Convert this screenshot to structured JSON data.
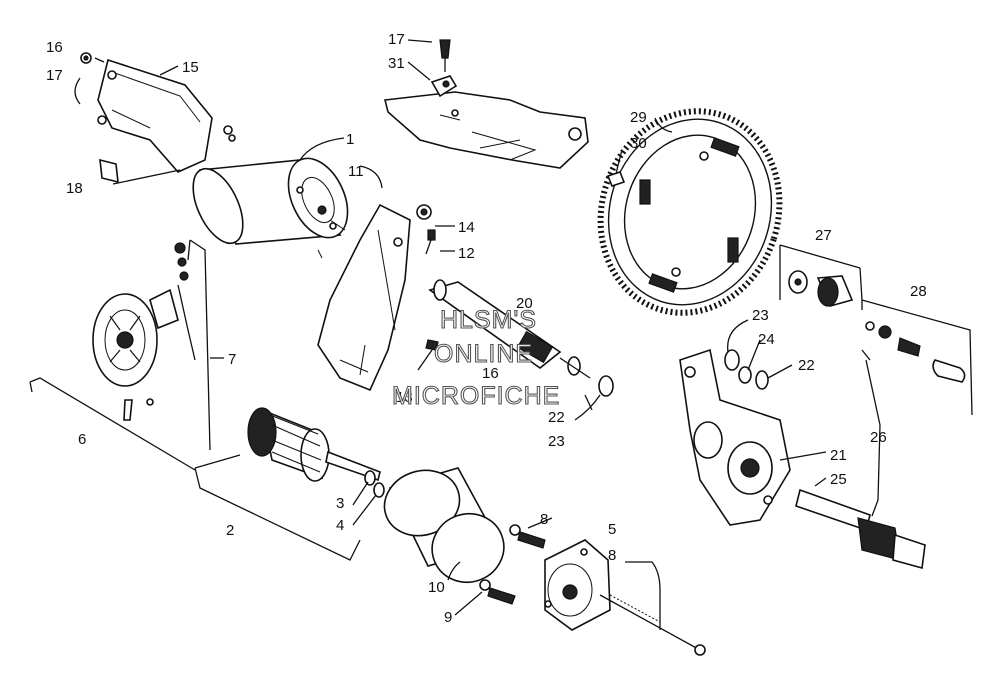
{
  "labels": [
    {
      "id": "l16a",
      "text": "16"
    },
    {
      "id": "l17a",
      "text": "17"
    },
    {
      "id": "l15",
      "text": "15"
    },
    {
      "id": "l18",
      "text": "18"
    },
    {
      "id": "l1",
      "text": "1"
    },
    {
      "id": "l11",
      "text": "11"
    },
    {
      "id": "l14",
      "text": "14"
    },
    {
      "id": "l12",
      "text": "12"
    },
    {
      "id": "l17b",
      "text": "17"
    },
    {
      "id": "l31",
      "text": "31"
    },
    {
      "id": "l29",
      "text": "29"
    },
    {
      "id": "l30",
      "text": "30"
    },
    {
      "id": "l27",
      "text": "27"
    },
    {
      "id": "l28",
      "text": "28"
    },
    {
      "id": "l7",
      "text": "7"
    },
    {
      "id": "l6",
      "text": "6"
    },
    {
      "id": "l20",
      "text": "20"
    },
    {
      "id": "l16b",
      "text": "16"
    },
    {
      "id": "l13",
      "text": "13"
    },
    {
      "id": "l22a",
      "text": "22"
    },
    {
      "id": "l23a",
      "text": "23"
    },
    {
      "id": "l23b",
      "text": "23"
    },
    {
      "id": "l24",
      "text": "24"
    },
    {
      "id": "l22b",
      "text": "22"
    },
    {
      "id": "l26",
      "text": "26"
    },
    {
      "id": "l21",
      "text": "21"
    },
    {
      "id": "l25",
      "text": "25"
    },
    {
      "id": "l3",
      "text": "3"
    },
    {
      "id": "l4",
      "text": "4"
    },
    {
      "id": "l2",
      "text": "2"
    },
    {
      "id": "l8a",
      "text": "8"
    },
    {
      "id": "l5",
      "text": "5"
    },
    {
      "id": "l8b",
      "text": "8"
    },
    {
      "id": "l10",
      "text": "10"
    },
    {
      "id": "l9",
      "text": "9"
    }
  ],
  "watermark": {
    "line1": "HLSM'S",
    "line2": "ONLINE",
    "line3": "MICROFICHE"
  }
}
